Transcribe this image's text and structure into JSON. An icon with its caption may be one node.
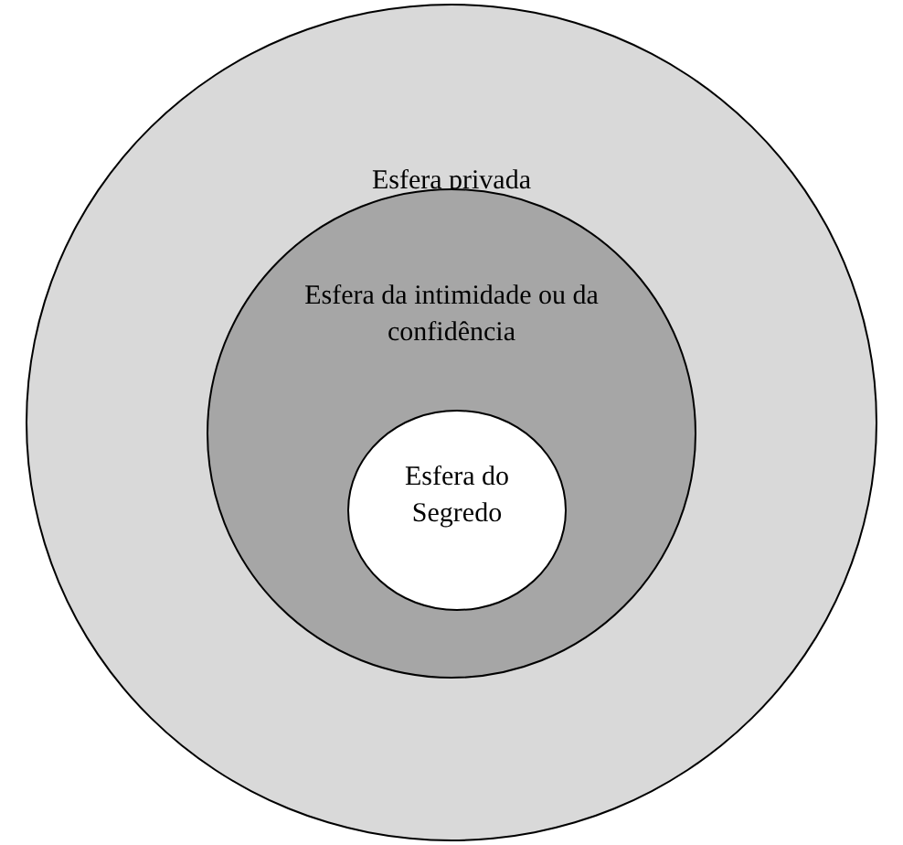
{
  "diagram": {
    "nodes": [
      {
        "text": [
          "Esfera privada"
        ]
      },
      {
        "text": [
          "Esfera da intimidade ou da confidência"
        ],
        "in": 0
      },
      {
        "text": [
          "Esfera do Segredo"
        ],
        "in": 1
      }
    ]
  }
}
